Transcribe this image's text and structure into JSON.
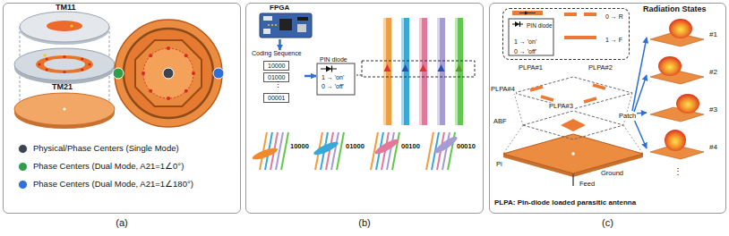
{
  "diagram": {
    "nodes": [
      {
        "text": [
          "(a)"
        ]
      },
      {
        "text": [
          "(b)"
        ]
      },
      {
        "text": [
          "FPGA"
        ],
        "in": 1
      },
      {
        "text": [
          "Coding Sequence"
        ],
        "in": 1
      },
      {
        "text": [
          "10000"
        ],
        "in": 3
      },
      {
        "text": [
          "01000"
        ],
        "in": 3
      },
      {
        "text": [
          "00001"
        ],
        "in": 3
      },
      {
        "text": [
          "PIN diode",
          "1 → 'on'",
          "0 → 'off'"
        ],
        "in": 1
      },
      {
        "text": [
          "(c)"
        ]
      },
      {
        "text": [
          "PIN diode",
          "1 → 'on'",
          "0 → 'off'",
          "0 → R",
          "1 → F"
        ],
        "in": 8
      }
    ],
    "edges": [
      {
        "from": 2,
        "to": 3,
        "arrow": "to"
      },
      {
        "from": 3,
        "to": 7,
        "arrow": "to"
      }
    ],
    "labels": [
      "TM11",
      "TM21",
      "⋮",
      "10000",
      "01000",
      "00100",
      "00010",
      "Radiation States",
      "#1",
      "#2",
      "#3",
      "#4",
      "⋮",
      "PLPA#1",
      "PLPA#2",
      "PLPA#4",
      "PLPA#3",
      "ABF",
      "Patch",
      "Ground",
      "Pi",
      "Feed",
      "PLPA: Pin-diode loaded parasitic antenna"
    ],
    "legend": [
      {
        "text": "Physical/Phase Centers (Single Mode)",
        "color": "#3b4452"
      },
      {
        "text": "Phase Centers (Dual Mode, A21=1∠0°)",
        "color": "#2e9e4a"
      },
      {
        "text": "Phase Centers (Dual Mode, A21=1∠180°)",
        "color": "#2f6fd8"
      }
    ]
  }
}
